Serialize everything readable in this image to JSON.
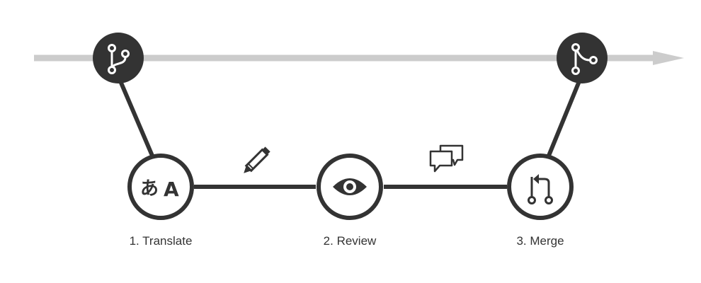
{
  "steps": [
    {
      "label": "1. Translate",
      "icon": "translate-icon",
      "glyph_kana": "あ",
      "glyph_latin": "A"
    },
    {
      "label": "2. Review",
      "icon": "eye-icon"
    },
    {
      "label": "3. Merge",
      "icon": "pull-request-icon"
    }
  ],
  "connectors": [
    {
      "icon": "pencil-icon"
    },
    {
      "icon": "comments-icon"
    }
  ],
  "branch_nodes": [
    {
      "icon": "branch-icon"
    },
    {
      "icon": "merge-icon"
    }
  ],
  "colors": {
    "main_line": "#cccccc",
    "dark": "#333333",
    "node_fill": "#ffffff"
  }
}
